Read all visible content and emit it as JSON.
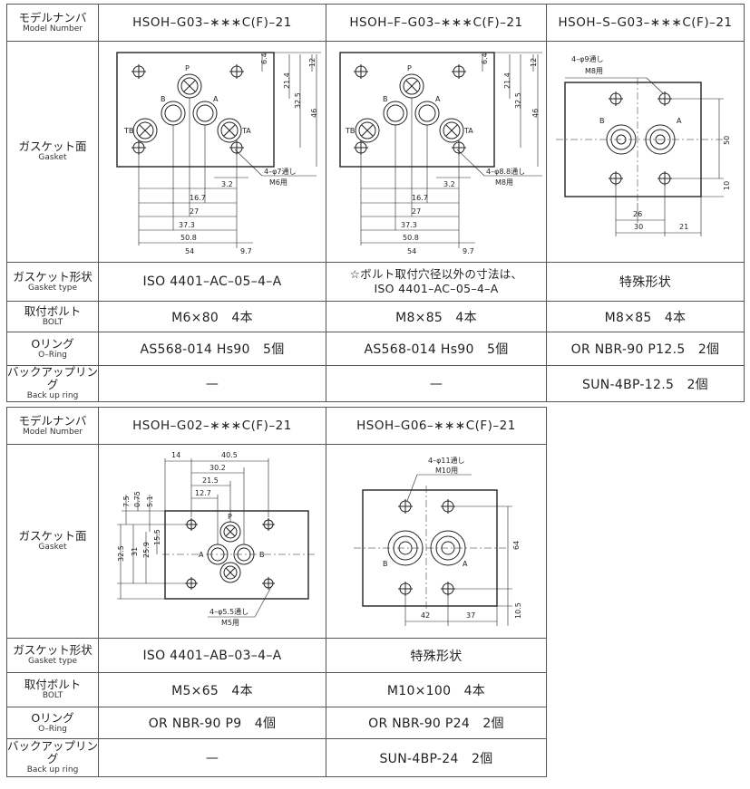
{
  "labels": {
    "model": {
      "jp": "モデルナンバ",
      "en": "Model Number"
    },
    "gasket": {
      "jp": "ガスケット面",
      "en": "Gasket"
    },
    "gasket_type": {
      "jp": "ガスケット形状",
      "en": "Gasket type"
    },
    "bolt": {
      "jp": "取付ボルト",
      "en": "BOLT"
    },
    "oring": {
      "jp": "Oリング",
      "en": "O–Ring"
    },
    "backup": {
      "jp": "バックアップリング",
      "en": "Back up ring"
    }
  },
  "top": {
    "col1": {
      "model": "HSOH–G03–∗∗∗C(F)–21",
      "gasket_type": "ISO 4401–AC–05–4–A",
      "bolt": "M6×80　4本",
      "oring": "AS568-014 Hs90　5個",
      "backup": "—"
    },
    "col2": {
      "model": "HSOH–F–G03–∗∗∗C(F)–21",
      "gasket_type_1": "☆ボルト取付穴径以外の寸法は、",
      "gasket_type_2": "ISO 4401–AC–05–4–A",
      "bolt": "M8×85　4本",
      "oring": "AS568-014 Hs90　5個",
      "backup": "—"
    },
    "col3": {
      "model": "HSOH–S–G03–∗∗∗C(F)–21",
      "gasket_type": "特殊形状",
      "bolt": "M8×85　4本",
      "oring": "OR NBR-90 P12.5　2個",
      "backup": "SUN-4BP-12.5　2個"
    }
  },
  "bottom": {
    "col1": {
      "model": "HSOH–G02–∗∗∗C(F)–21",
      "gasket_type": "ISO 4401–AB–03–4–A",
      "bolt": "M5×65　4本",
      "oring": "OR NBR-90 P9　4個",
      "backup": "—"
    },
    "col2": {
      "model": "HSOH–G06–∗∗∗C(F)–21",
      "gasket_type": "特殊形状",
      "bolt": "M10×100　4本",
      "oring": "OR NBR-90 P24　2個",
      "backup": "SUN-4BP-24　2個"
    }
  },
  "drawings": {
    "g03": {
      "ports": [
        "P",
        "B",
        "A",
        "TB",
        "TA"
      ],
      "dims_v": [
        "6.4",
        "12",
        "21.4",
        "32.5",
        "46"
      ],
      "dims_h": [
        "3.2",
        "16.7",
        "27",
        "37.3",
        "50.8",
        "54",
        "9.7"
      ],
      "hole_note": "4–φ7通し",
      "bolt_note": "M6用"
    },
    "g03f": {
      "ports": [
        "P",
        "B",
        "A",
        "TB",
        "TA"
      ],
      "dims_v": [
        "6.4",
        "12",
        "21.4",
        "32.5",
        "46"
      ],
      "dims_h": [
        "3.2",
        "16.7",
        "27",
        "37.3",
        "50.8",
        "54",
        "9.7"
      ],
      "hole_note": "4–φ8.8通し",
      "bolt_note": "M8用"
    },
    "g03s": {
      "ports": [
        "B",
        "A"
      ],
      "dims": [
        "50",
        "10",
        "26",
        "30",
        "21"
      ],
      "hole_note": "4–φ9通し",
      "bolt_note": "M8用"
    },
    "g02": {
      "ports": [
        "P",
        "A",
        "B"
      ],
      "dims_top": [
        "14",
        "40.5",
        "30.2",
        "21.5",
        "12.7"
      ],
      "dims_left": [
        "7.5",
        "0.75",
        "5.1",
        "15.5",
        "25.9",
        "31",
        "32.5"
      ],
      "hole_note": "4–φ5.5通し",
      "bolt_note": "M5用"
    },
    "g06": {
      "ports": [
        "B",
        "A"
      ],
      "dims": [
        "64",
        "42",
        "37",
        "10.5"
      ],
      "hole_note": "4–φ11通し",
      "bolt_note": "M10用"
    }
  }
}
